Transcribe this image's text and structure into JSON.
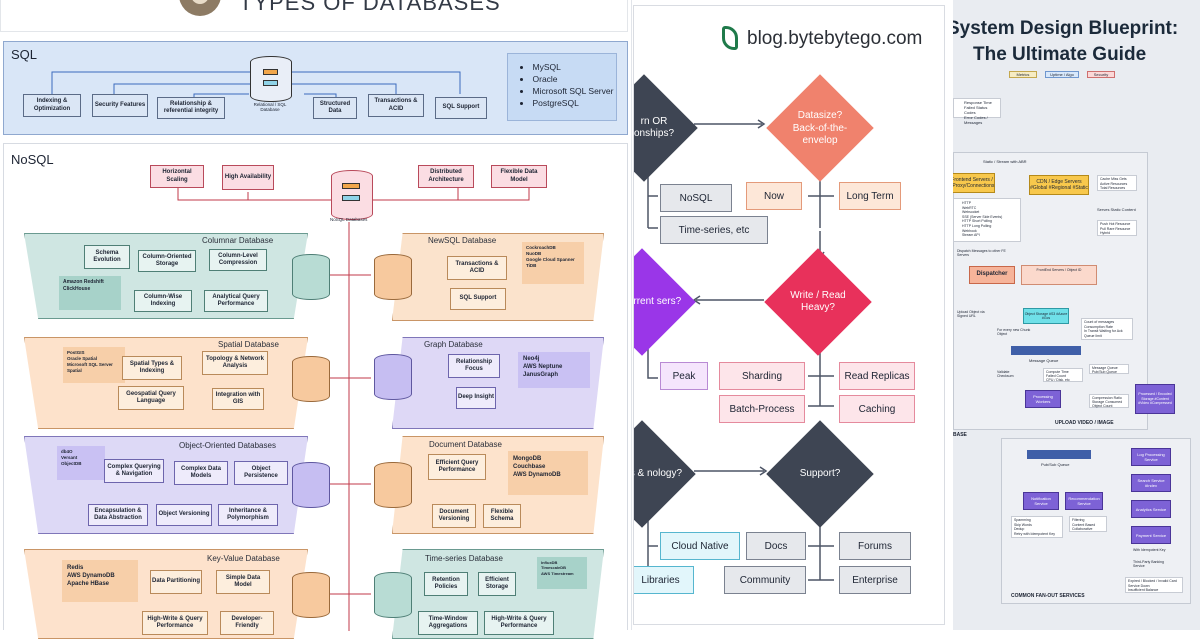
{
  "panel1": {
    "title": "TYPES OF DATABASES",
    "sql": {
      "label": "SQL",
      "center": "Relational / SQL Database",
      "features": [
        "Indexing & Optimization",
        "Security Features",
        "Relationship & referential integrity",
        "Structured Data",
        "Transactions & ACID",
        "SQL Support"
      ],
      "examples": [
        "MySQL",
        "Oracle",
        "Microsoft SQL Server",
        "PostgreSQL"
      ]
    },
    "nosql": {
      "label": "NoSQL",
      "center": "NoSQL Databases",
      "traits": [
        "Horizontal Scaling",
        "High Availability",
        "Distributed Architecture",
        "Flexible Data Model"
      ],
      "columnar": {
        "title": "Columnar Database",
        "examples": [
          "Amazon Redshift",
          "ClickHouse"
        ],
        "features": [
          "Schema Evolution",
          "Column-Oriented Storage",
          "Column-Level Compression",
          "Column-Wise Indexing",
          "Analytical Query Performance"
        ]
      },
      "newsql": {
        "title": "NewSQL Database",
        "examples": [
          "CockroachDB",
          "NuoDB",
          "Google Cloud Spanner",
          "TiDB"
        ],
        "features": [
          "Transactions & ACID",
          "SQL Support"
        ]
      },
      "spatial": {
        "title": "Spatial Database",
        "examples": [
          "PostGIS",
          "Oracle Spatial",
          "Microsoft SQL Server Spatial"
        ],
        "features": [
          "Spatial Types & Indexing",
          "Topology & Network Analysis",
          "Geospatial Query Language",
          "Integration with GIS"
        ]
      },
      "graph": {
        "title": "Graph Database",
        "examples": [
          "Neo4j",
          "AWS Neptune",
          "JanusGraph"
        ],
        "features": [
          "Relationship Focus",
          "Deep Insight"
        ]
      },
      "oo": {
        "title": "Object-Oriented Databases",
        "examples": [
          "db4O",
          "Versant",
          "ObjectDB"
        ],
        "features": [
          "Complex Querying & Navigation",
          "Complex Data Models",
          "Object Persistence",
          "Encapsulation & Data Abstraction",
          "Object Versioning",
          "Inheritance & Polymorphism"
        ]
      },
      "document": {
        "title": "Document Database",
        "examples": [
          "MongoDB",
          "Couchbase",
          "AWS DynamoDB"
        ],
        "features": [
          "Efficient Query Performance",
          "Document Versioning",
          "Flexible Schema"
        ]
      },
      "kv": {
        "title": "Key-Value Database",
        "examples": [
          "Redis",
          "AWS DynamoDB",
          "Apache HBase"
        ],
        "features": [
          "Data Partitioning",
          "Simple Data Model",
          "High-Write & Query Performance",
          "Developer-Friendly"
        ]
      },
      "ts": {
        "title": "Time-series Database",
        "examples": [
          "InfluxDB",
          "TimescaleDB",
          "AWS Timestream"
        ],
        "features": [
          "Retention Policies",
          "Efficient Storage",
          "Time-Window Aggregations",
          "High-Write & Query Performance"
        ]
      }
    }
  },
  "panel2": {
    "brand": "blog.bytebytego.com",
    "diamonds": [
      "rn OR onships?",
      "Datasize? Back-of-the-envelop",
      "current sers?",
      "Write / Read Heavy?",
      "ols & nology?",
      "Support?"
    ],
    "boxes": [
      "NoSQL",
      "Time-series, etc",
      "Now",
      "Long Term",
      "Peak",
      "Sharding",
      "Read Replicas",
      "Batch-Process",
      "Caching",
      "Cloud Native",
      "Docs",
      "Forums",
      "Libraries",
      "Community",
      "Enterprise"
    ]
  },
  "panel3": {
    "title_line1": "System Design Blueprint:",
    "title_line2": "The Ultimate Guide",
    "tags": [
      "Metrics",
      "Uptime / Algo",
      "Security"
    ],
    "metrics_list": [
      "Response Time",
      "Failed Status Codes",
      "Error Codes / Messages"
    ],
    "static_label": "Static / Stream with ABR",
    "fe_servers": "Frontend Servers / #Proxy/Connections",
    "cdn": "CDN / Edge Servers #Global #Regional #Static",
    "cache_list": [
      "Cache Miss Gets",
      "Active Resources",
      "Total Resources"
    ],
    "serves": "Serves Static Content",
    "push_list": [
      "Push Hot Resource",
      "Pull Rare Resource",
      "Hybrid"
    ],
    "protocols": [
      "HTTP",
      "WebRTC",
      "Websocket",
      "SSE (Server Side Events)",
      "HTTP Short Polling",
      "HTTP Long Polling",
      "Webhook",
      "Stream API"
    ],
    "dispatch_note": "Dispatch Messages to other FE Servers",
    "dispatcher": "Dispatcher",
    "servers_table": "FrontEnd Servers / Object ID",
    "upload_note": "Upload Object via Signed URL",
    "object_storage": "Object Storage #S3 #Azure #Gcs",
    "per_chunk": "For every new Chunk Object",
    "storage_list": [
      "Count of messages",
      "Consumption Rate",
      "In Transit Waiting for Ack",
      "Queue limit"
    ],
    "queue_label": "Message Queue",
    "validate": "Validate Checksum",
    "metrics2": [
      "Compute Time",
      "Failed Count",
      "CPU / Disk. etc"
    ],
    "processing": "Processing Workers",
    "mq_list": [
      "Message Queue",
      "Pub/Sub Queue"
    ],
    "compress_list": [
      "Compression Ratio",
      "Storage Consumed",
      "Object Count"
    ],
    "processed": "Processed / Encoded Storage #Content #Video #Compressed",
    "upload_caption": "UPLOAD VIDEO / IMAGE",
    "base_label": "BASE",
    "pubsub": "Pub/Sub Queue",
    "notif": "Notification Service",
    "reco": "Recommendation Service",
    "spam_list": [
      "Spamming",
      "Skip Words",
      "Dedup",
      "Retry with Idempotent Key"
    ],
    "filter_list": [
      "Filtering",
      "Content Based",
      "Collaborative"
    ],
    "right_services": [
      "Log Processing Service",
      "Search Service #Index",
      "Analytics Service",
      "Payment Service"
    ],
    "idem": "With Idempotent Key",
    "third_party": "Third-Party Banking Service",
    "expired_list": [
      "Expired / Blocked / Invalid Card",
      "Service Down",
      "Insufficient Balance"
    ],
    "fanout_caption": "COMMON FAN-OUT SERVICES"
  },
  "colors": {
    "sql_bg": "#d9e6f7",
    "sql_border": "#7f9cc9",
    "columnar": "#cfe6e2",
    "newsql": "#fbe3cc",
    "spatial": "#fde2cb",
    "graph": "#ded8f6",
    "oo": "#ddd9f6",
    "document": "#fde3cc",
    "kv": "#fde2cc",
    "ts": "#cfe6e2",
    "red_line": "#c23a4a",
    "slate": "#3e4553",
    "salmon": "#f0826d",
    "crimson": "#e8315b",
    "purple": "#9a36e8",
    "cyan_box": "#e2f6fb",
    "pink_box": "#fde5ea",
    "orange_box": "#fde7d8",
    "gray_box": "#e6e8ec"
  }
}
